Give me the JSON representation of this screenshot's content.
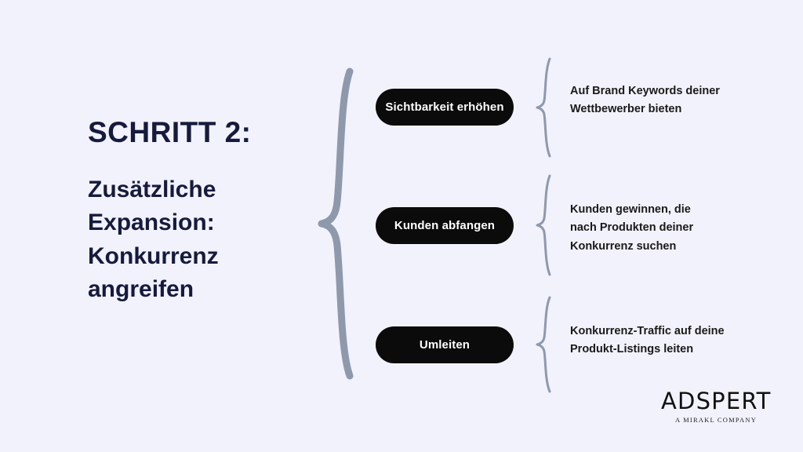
{
  "slide": {
    "background_color": "#F2F2FC",
    "heading": {
      "step": "SCHRITT 2:",
      "subtitle_lines": [
        "Zusätzliche",
        "Expansion:",
        "Konkurrenz",
        "angreifen"
      ],
      "subtitle_full": "Zusätzliche Expansion: Konkurrenz angreifen",
      "text_color": "#161B3D"
    },
    "brace_color": "#8E99AC",
    "items": [
      {
        "pill_label": "Sichtbarkeit erhöhen",
        "pill_bg": "#0B0B0B",
        "pill_text_color": "#FFFFFF",
        "description_lines": [
          "Auf Brand Keywords deiner",
          "Wettbewerber bieten"
        ],
        "description_full": "Auf Brand Keywords deiner Wettbewerber bieten"
      },
      {
        "pill_label": "Kunden abfangen",
        "pill_bg": "#0B0B0B",
        "pill_text_color": "#FFFFFF",
        "description_lines": [
          "Kunden gewinnen, die",
          "nach Produkten deiner",
          "Konkurrenz suchen"
        ],
        "description_full": "Kunden gewinnen, die nach Produkten deiner Konkurrenz suchen"
      },
      {
        "pill_label": "Umleiten",
        "pill_bg": "#0B0B0B",
        "pill_text_color": "#FFFFFF",
        "description_lines": [
          "Konkurrenz-Traffic auf deine",
          "Produkt-Listings leiten"
        ],
        "description_full": "Konkurrenz-Traffic auf deine Produkt-Listings leiten"
      }
    ],
    "logo": {
      "wordmark": "ADSPERT",
      "tagline": "A MIRAKL COMPANY",
      "color": "#111111"
    }
  }
}
